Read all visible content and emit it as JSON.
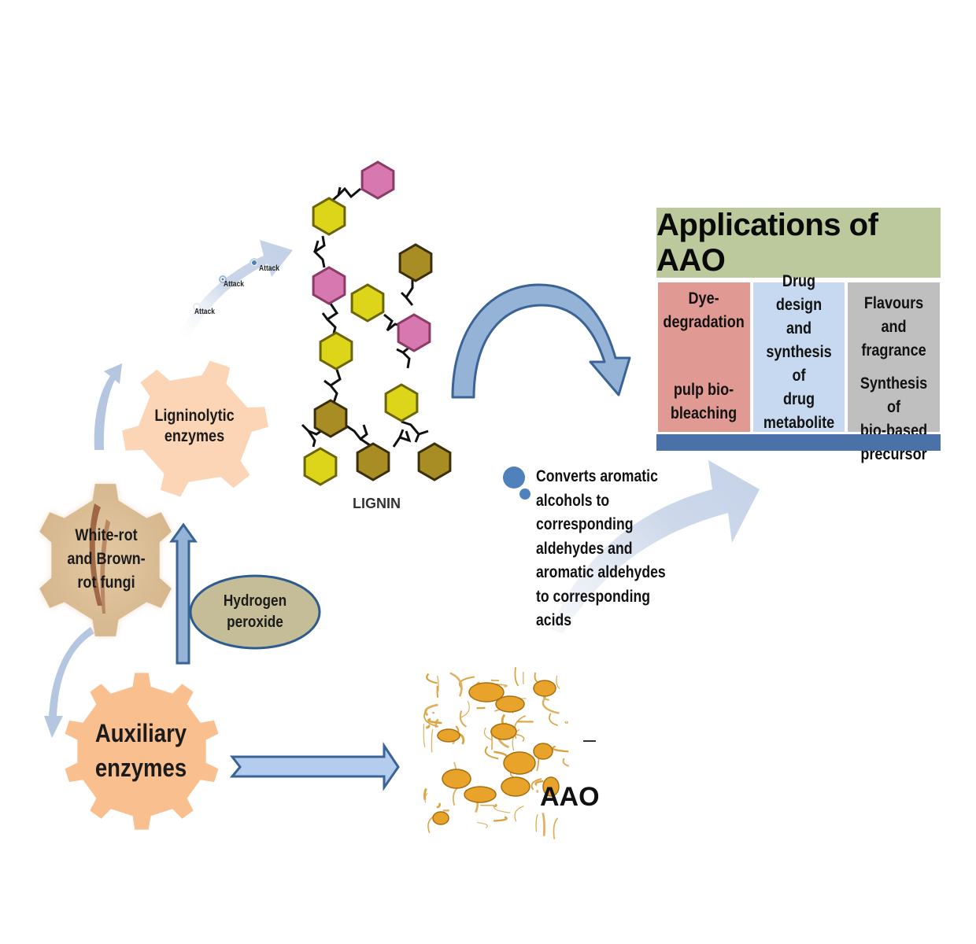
{
  "diagram": {
    "title": "Lignin degradation by fungal enzymes and applications of AAO",
    "nodes": {
      "fungi": {
        "label_lines": [
          "White-rot",
          "and Brown-",
          "rot fungi"
        ],
        "shape": "gear",
        "fill": "#d9b98f"
      },
      "ligninolytic": {
        "label_lines": [
          "Ligninolytic",
          "enzymes"
        ],
        "shape": "gear",
        "fill": "#fbd5b5"
      },
      "auxiliary": {
        "label_lines": [
          "Auxiliary",
          "enzymes"
        ],
        "shape": "gear",
        "fill": "#f9bf8f"
      },
      "hydrogen_peroxide": {
        "label_lines": [
          "Hydrogen",
          "peroxide"
        ],
        "shape": "ellipse",
        "fill": "#c4bd97",
        "stroke": "#2f5c8f"
      },
      "lignin": {
        "label": "LIGNIN"
      },
      "aao": {
        "label": "AAO",
        "mark": "–"
      }
    },
    "attack_labels": [
      "Attack",
      "Attack",
      "Attack"
    ],
    "description_lines": [
      "Converts aromatic",
      "alcohols to",
      "corresponding",
      "aldehydes and",
      "aromatic aldehydes",
      "to corresponding",
      "acids"
    ],
    "applications": {
      "title": "Applications of AAO",
      "columns": [
        {
          "name": "dye",
          "groups": [
            [
              "Dye-",
              "degradation"
            ],
            [
              "pulp bio-",
              "bleaching"
            ]
          ],
          "fill": "#e09a93"
        },
        {
          "name": "drug",
          "groups": [
            [
              "Drug design",
              "and",
              "synthesis of",
              "drug",
              "metabolite"
            ]
          ],
          "fill": "#c6d9f0"
        },
        {
          "name": "flavours",
          "groups": [
            [
              "Flavours and",
              "fragrance"
            ],
            [
              "Synthesis of",
              "bio-based",
              "precursor"
            ]
          ],
          "fill": "#bfbfbf"
        }
      ],
      "title_fill": "#bcc99c",
      "bar_fill": "#4a72a8"
    },
    "colors": {
      "arrow_fill": "#95b3d7",
      "arrow_stroke": "#3a6396",
      "faint_arrow": "#c9d5e8",
      "hex_yellow": "#dcd51a",
      "hex_pink": "#d778b0",
      "hex_brown": "#a88d24"
    }
  }
}
